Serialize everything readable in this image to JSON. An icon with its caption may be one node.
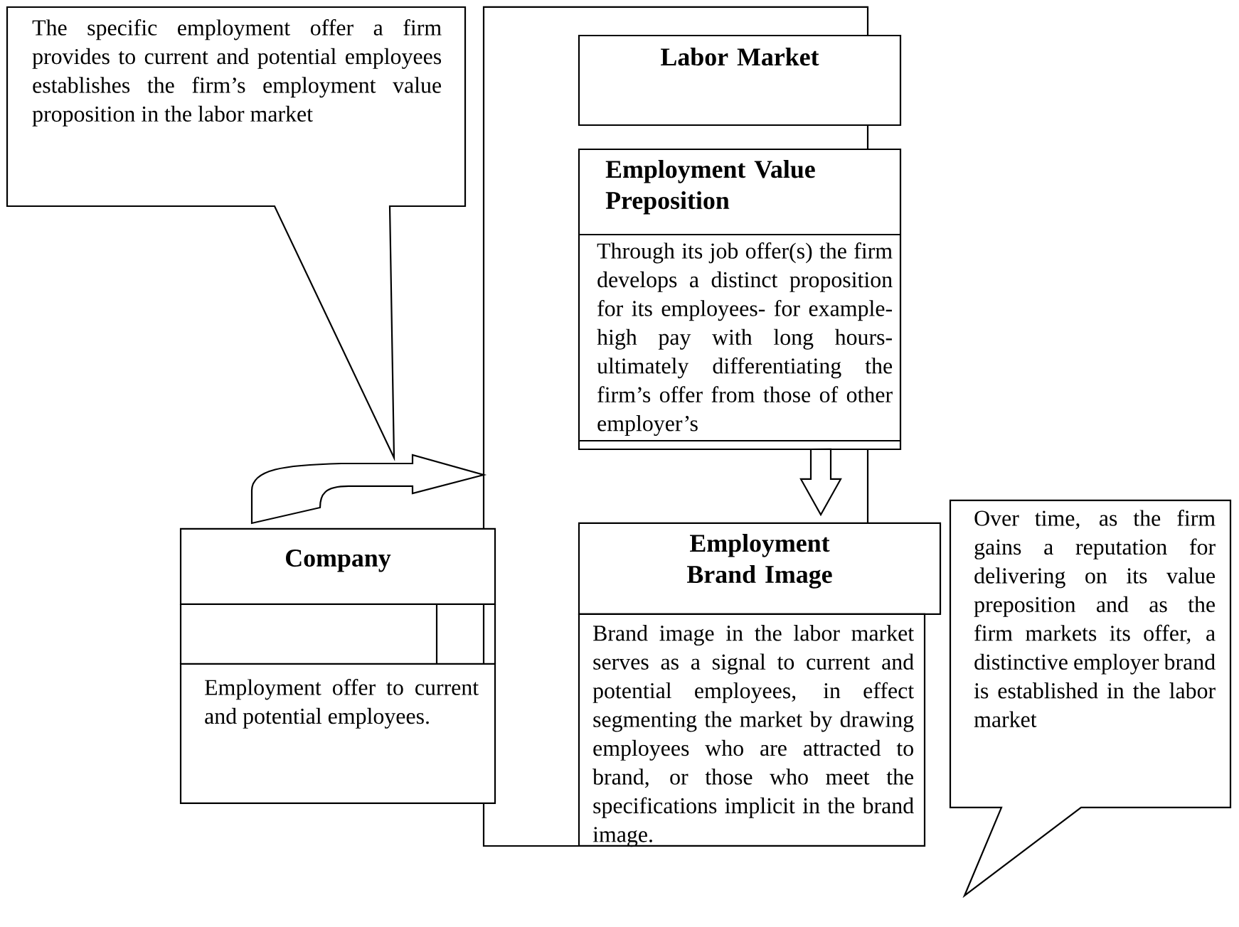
{
  "diagram": {
    "nodes": [
      {
        "text": [],
        "shape": "box"
      },
      {
        "text": [
          "The specific employment offer a firm provides to current and potential employees establishes the firm’s employment value proposition in the labor market"
        ]
      },
      {
        "text": [
          "Labor Market"
        ]
      },
      {
        "text": [
          "Employment Value Preposition",
          "Through its job offer(s) the firm develops a distinct proposition for its employees- for example- high pay with long hours-ultimately differentiating the firm’s offer from those of other employer’s"
        ]
      },
      {
        "text": [
          "Company",
          "Employment offer to current and potential employees."
        ]
      },
      {
        "text": [
          "Employment Brand Image",
          "Brand image in the labor market serves as a signal to current and potential employees, in effect segmenting the market by drawing employees who are attracted to brand, or those who meet the specifications implicit in the brand image."
        ]
      },
      {
        "text": [
          "Over time, as the firm gains a reputation for delivering on its value preposition and as the firm markets its offer, a distinctive employer brand is established in the labor market"
        ]
      }
    ],
    "edges": [
      {
        "from": 4,
        "to": 0,
        "arrow": "to"
      },
      {
        "from": 3,
        "to": 5,
        "arrow": "to"
      }
    ]
  }
}
